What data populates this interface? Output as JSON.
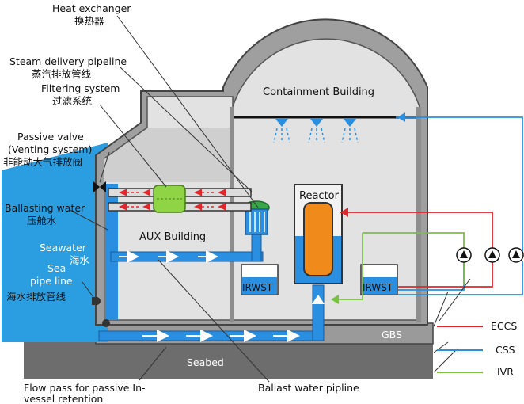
{
  "labels": {
    "heat_exchanger_en": "Heat exchanger",
    "heat_exchanger_cn": "换热器",
    "steam_pipeline_en": "Steam delivery pipeline",
    "steam_pipeline_cn": "蒸汽排放管线",
    "filtering_en": "Filtering system",
    "filtering_cn": "过滤系统",
    "passive_valve_en": "Passive valve",
    "venting_en": "(Venting system)",
    "passive_valve_cn": "非能动大气排放阀",
    "ballasting_en": "Ballasting water",
    "ballasting_cn": "压舱水",
    "seawater_en": "Seawater",
    "seawater_cn": "海水",
    "sea_pipe_en_1": "Sea",
    "sea_pipe_en_2": "pipe line",
    "sea_pipe_cn": "海水排放管线",
    "containment": "Containment Building",
    "reactor": "Reactor",
    "aux_building": "AUX Building",
    "irwst_left": "IRWST",
    "irwst_right": "IRWST",
    "gbs": "GBS",
    "seabed": "Seabed",
    "flow_pass_1": "Flow pass for passive In-",
    "flow_pass_2": "vessel retention",
    "ballast_pipeline": "Ballast water pipline"
  },
  "legend": [
    {
      "label": "ECCS",
      "color": "#e0262b"
    },
    {
      "label": "CSS",
      "color": "#2a8fe0"
    },
    {
      "label": "IVR",
      "color": "#7ac142"
    }
  ]
}
